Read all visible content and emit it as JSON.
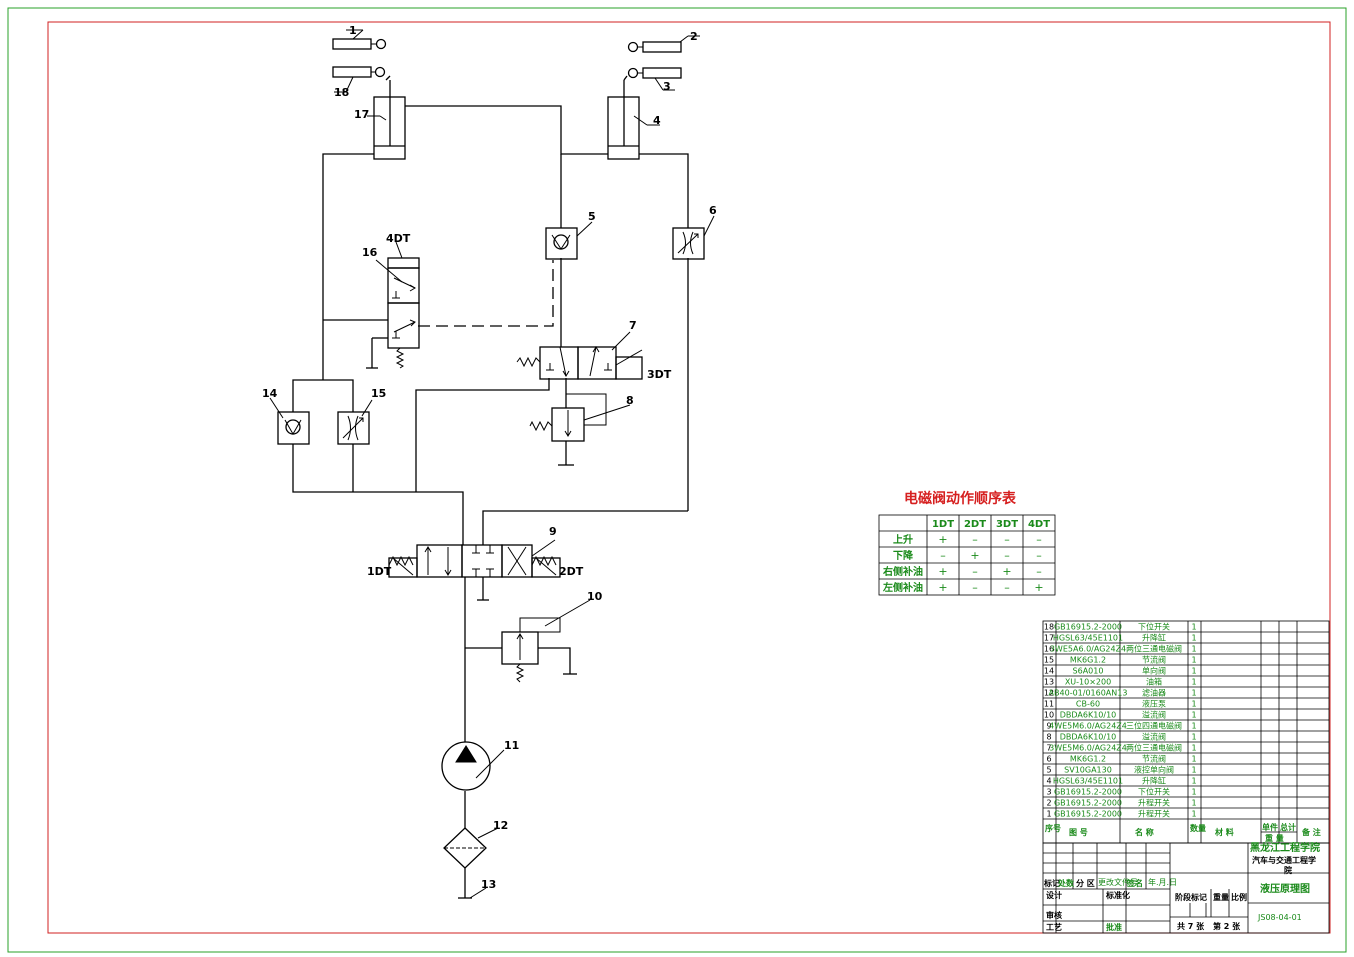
{
  "sequence_table": {
    "title": "电磁阀动作顺序表",
    "headers": [
      "1DT",
      "2DT",
      "3DT",
      "4DT"
    ],
    "rows": [
      {
        "label": "上升",
        "cells": [
          "+",
          "–",
          "–",
          "–"
        ]
      },
      {
        "label": "下降",
        "cells": [
          "–",
          "+",
          "–",
          "–"
        ]
      },
      {
        "label": "右侧补油",
        "cells": [
          "+",
          "–",
          "+",
          "–"
        ]
      },
      {
        "label": "左侧补油",
        "cells": [
          "+",
          "–",
          "–",
          "+"
        ]
      }
    ]
  },
  "callouts": {
    "n1": "1",
    "n2": "2",
    "n3": "3",
    "n4": "4",
    "n5": "5",
    "n6": "6",
    "n7": "7",
    "n8": "8",
    "n9": "9",
    "n10": "10",
    "n11": "11",
    "n12": "12",
    "n13": "13",
    "n14": "14",
    "n15": "15",
    "n16": "16",
    "n17": "17",
    "n18": "18",
    "dt1": "1DT",
    "dt2": "2DT",
    "dt3": "3DT",
    "dt4": "4DT"
  },
  "parts_list": [
    {
      "no": "18",
      "code": "GB16915.2-2000",
      "name": "下位开关",
      "qty": "1"
    },
    {
      "no": "17",
      "code": "HGSL63/45E1101",
      "name": "升降缸",
      "qty": "1"
    },
    {
      "no": "16",
      "code": "3WE5A6.0/AG24Z4",
      "name": "两位三通电磁阀",
      "qty": "1"
    },
    {
      "no": "15",
      "code": "MK6G1.2",
      "name": "节流阀",
      "qty": "1"
    },
    {
      "no": "14",
      "code": "S6A010",
      "name": "单向阀",
      "qty": "1"
    },
    {
      "no": "13",
      "code": "XU-10×200",
      "name": "油箱",
      "qty": "1"
    },
    {
      "no": "12",
      "code": "AB40-01/0160AN13",
      "name": "滤油器",
      "qty": "1"
    },
    {
      "no": "11",
      "code": "CB-60",
      "name": "液压泵",
      "qty": "1"
    },
    {
      "no": "10",
      "code": "DBDA6K10/10",
      "name": "溢流阀",
      "qty": "1"
    },
    {
      "no": "9",
      "code": "4WE5M6.0/AG24Z4",
      "name": "三位四通电磁阀",
      "qty": "1"
    },
    {
      "no": "8",
      "code": "DBDA6K10/10",
      "name": "溢流阀",
      "qty": "1"
    },
    {
      "no": "7",
      "code": "3WE5M6.0/AG24Z4",
      "name": "两位三通电磁阀",
      "qty": "1"
    },
    {
      "no": "6",
      "code": "MK6G1.2",
      "name": "节流阀",
      "qty": "1"
    },
    {
      "no": "5",
      "code": "SV10GA130",
      "name": "液控单向阀",
      "qty": "1"
    },
    {
      "no": "4",
      "code": "HGSL63/45E1101",
      "name": "升降缸",
      "qty": "1"
    },
    {
      "no": "3",
      "code": "GB16915.2-2000",
      "name": "下位开关",
      "qty": "1"
    },
    {
      "no": "2",
      "code": "GB16915.2-2000",
      "name": "升程开关",
      "qty": "1"
    },
    {
      "no": "1",
      "code": "GB16915.2-2000",
      "name": "升程开关",
      "qty": "1"
    }
  ],
  "parts_header": {
    "no": "序号",
    "code": "图 号",
    "name": "名 称",
    "qty": "数量",
    "material": "材 料",
    "unit_weight": "单件",
    "total_weight": "总计",
    "weight": "重 量",
    "remark": "备 注"
  },
  "title_block": {
    "school": "黑龙江工程学院",
    "dept": "汽车与交通工程学",
    "dept2": "院",
    "drawing_name": "液压原理图",
    "drawing_no": "JS08-04-01",
    "sheets": "共 7 张",
    "sheet": "第 2 张",
    "marks": "标记",
    "count": "处数",
    "zone": "分 区",
    "change_doc": "更改文件号",
    "signature": "签名",
    "date": "年.月.日",
    "design": "设计",
    "standardize": "标准化",
    "stage_mark": "阶段标记",
    "weight": "重量",
    "scale": "比例",
    "review": "审核",
    "process": "工艺",
    "approve": "批准"
  }
}
